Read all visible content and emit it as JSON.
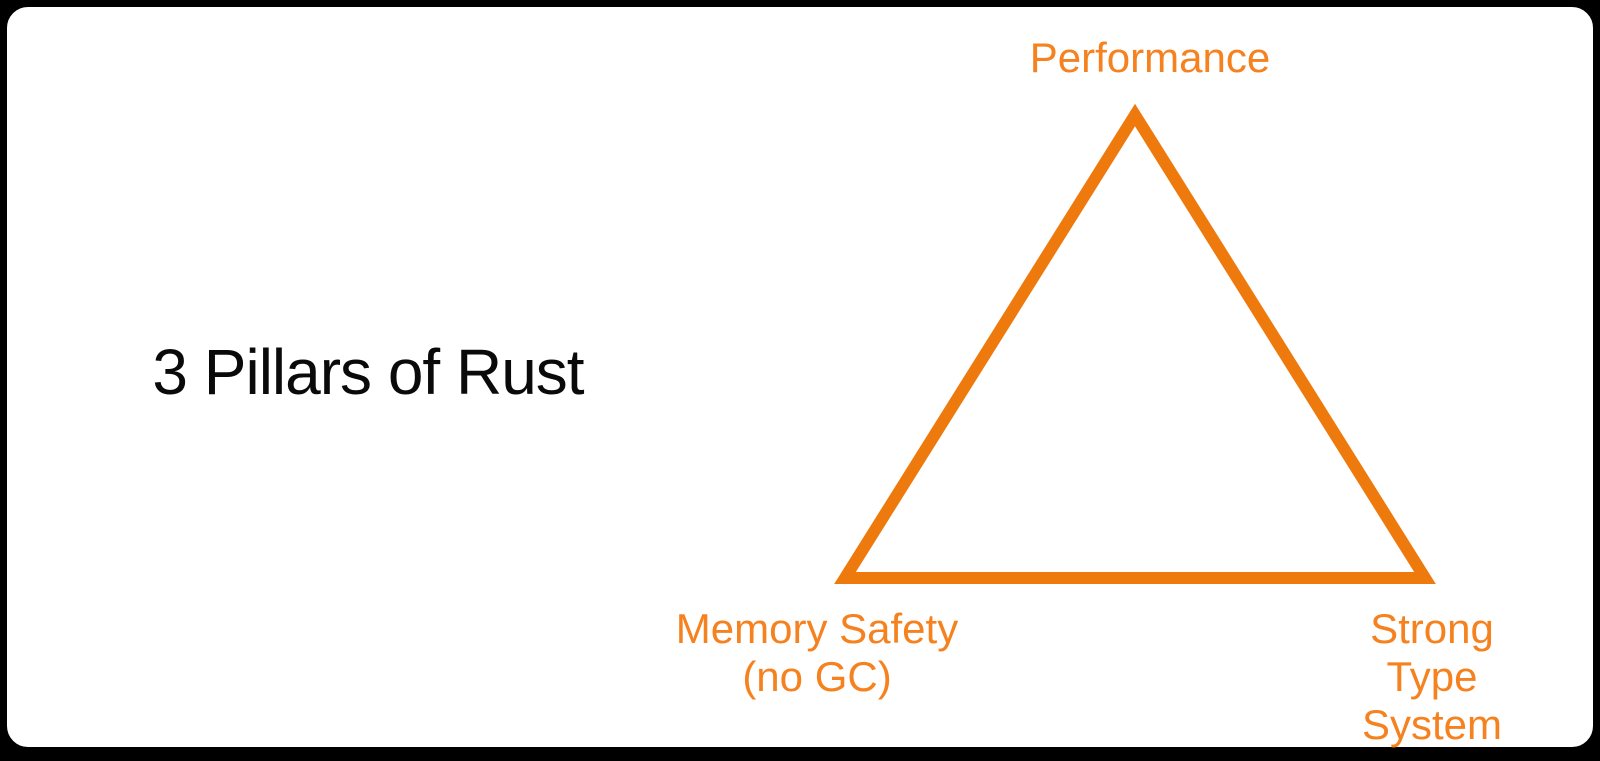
{
  "page": {
    "background": "#ffffff",
    "frame_color": "#000000"
  },
  "title": {
    "text": "3 Pillars of Rust",
    "color": "#0a0a0a"
  },
  "diagram": {
    "type": "triangle",
    "accent_color": "#ee7a0e",
    "label_color": "#f5821f",
    "pillars": [
      {
        "id": "performance",
        "label": "Performance",
        "position": "top"
      },
      {
        "id": "memory-safety",
        "label": "Memory Safety\n(no GC)",
        "position": "bottom-left"
      },
      {
        "id": "strong-type-system",
        "label": "Strong Type\nSystem",
        "position": "bottom-right"
      }
    ]
  }
}
